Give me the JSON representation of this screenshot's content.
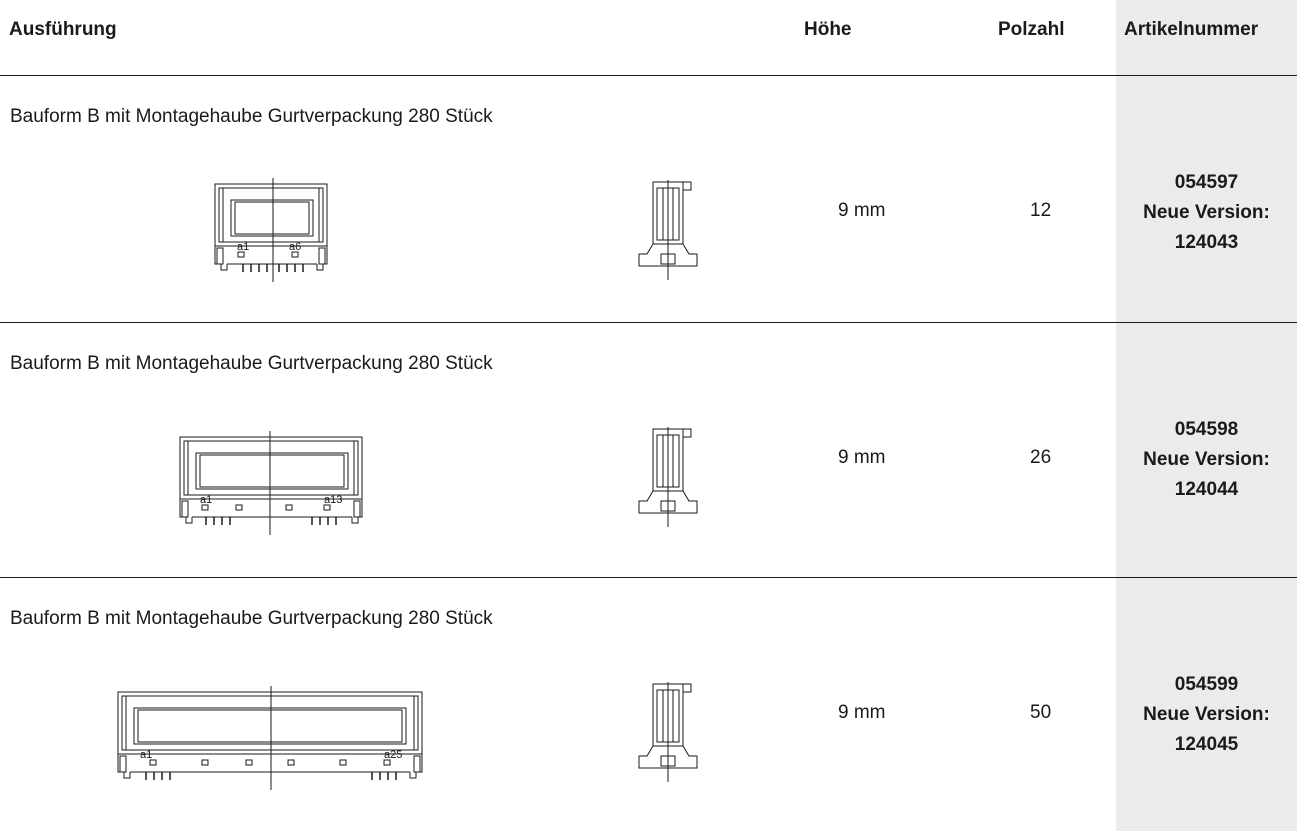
{
  "header": {
    "ausfuehrung": "Ausführung",
    "hoehe": "Höhe",
    "polzahl": "Polzahl",
    "artikelnummer": "Artikelnummer"
  },
  "rows": [
    {
      "description": "Bauform B mit Montagehaube Gurtverpackung 280 Stück",
      "hoehe": "9 mm",
      "polzahl": "12",
      "artikel": "054597",
      "neue_version_label": "Neue Version:",
      "neue_version": "124043",
      "pin_first": "a1",
      "pin_last": "a6"
    },
    {
      "description": "Bauform B mit Montagehaube Gurtverpackung 280 Stück",
      "hoehe": "9 mm",
      "polzahl": "26",
      "artikel": "054598",
      "neue_version_label": "Neue Version:",
      "neue_version": "124044",
      "pin_first": "a1",
      "pin_last": "a13"
    },
    {
      "description": "Bauform B mit Montagehaube Gurtverpackung 280 Stück",
      "hoehe": "9 mm",
      "polzahl": "50",
      "artikel": "054599",
      "neue_version_label": "Neue Version:",
      "neue_version": "124045",
      "pin_first": "a1",
      "pin_last": "a25"
    }
  ]
}
